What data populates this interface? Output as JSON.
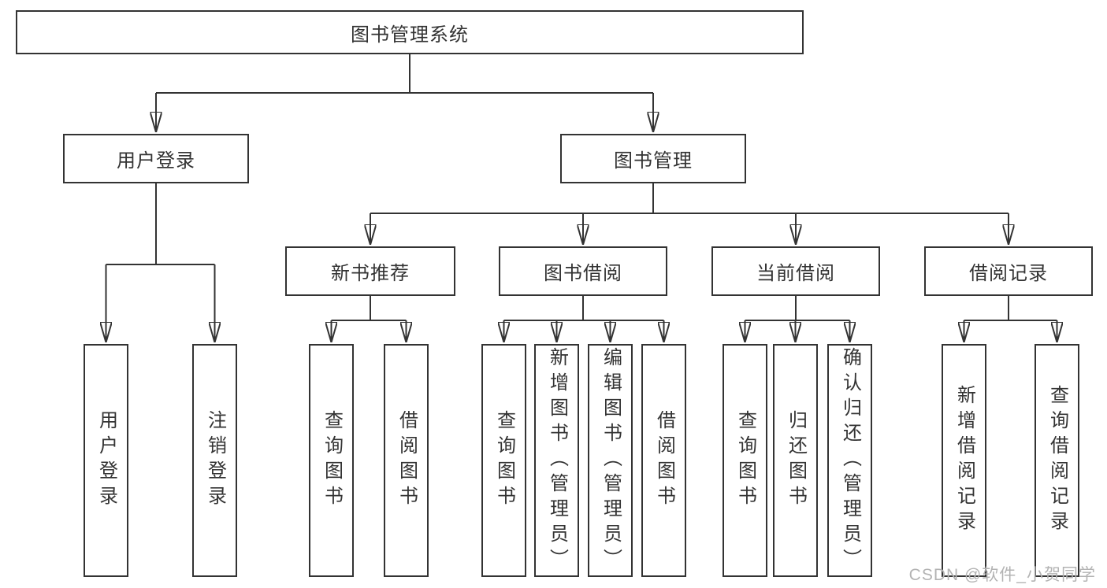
{
  "colors": {
    "border": "#333333",
    "line": "#333333",
    "text": "#333333",
    "watermark": "#b3b3b3",
    "background": "#ffffff"
  },
  "nodes": {
    "root": "图书管理系统",
    "user_login": "用户登录",
    "book_management": "图书管理",
    "new_book_recommend": "新书推荐",
    "book_borrow": "图书借阅",
    "current_borrow": "当前借阅",
    "borrow_record": "借阅记录"
  },
  "leaves": {
    "user_login": [
      "用户登录",
      "注销登录"
    ],
    "new_book_recommend": [
      "查询图书",
      "借阅图书"
    ],
    "book_borrow": [
      "查询图书",
      "新增图书（管理员）",
      "编辑图书（管理员）",
      "借阅图书"
    ],
    "current_borrow": [
      "查询图书",
      "归还图书",
      "确认归还（管理员）"
    ],
    "borrow_record": [
      "新增借阅记录",
      "查询借阅记录"
    ]
  },
  "watermark": "CSDN @软件_小贺同学"
}
